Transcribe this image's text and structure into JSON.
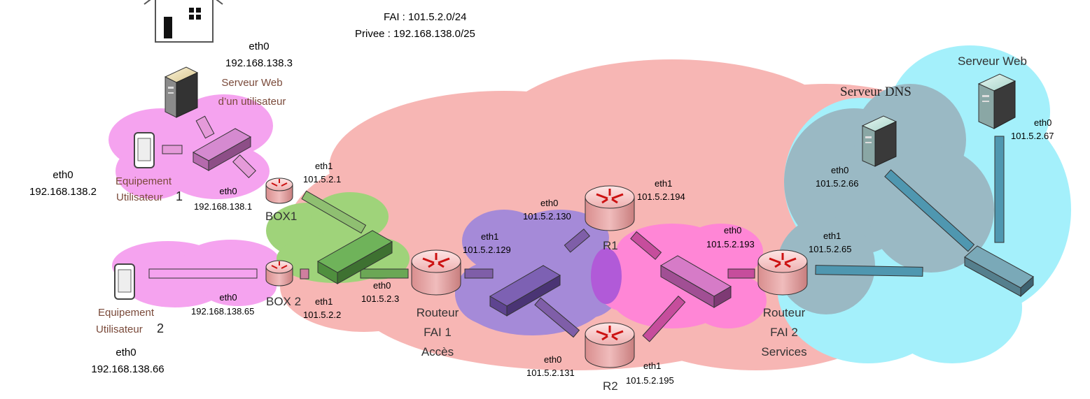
{
  "header": {
    "fai": "FAI : 101.5.2.0/24",
    "privee": "Privee : 192.168.138.0/25"
  },
  "devices": {
    "web_user_server": [
      "Serveur Web",
      "d’un utilisateur"
    ],
    "equip1": [
      "Equipement",
      "Utilisateur"
    ],
    "equip1_num": "1",
    "equip2": [
      "Equipement",
      "Utilisateur"
    ],
    "equip2_num": "2",
    "box1": "BOX1",
    "box2": "BOX 2",
    "routeur_fai1": [
      "Routeur",
      "FAI 1",
      "Accès"
    ],
    "r1": "R1",
    "r2": "R2",
    "routeur_fai2": [
      "Routeur",
      "FAI 2",
      "Services"
    ],
    "dns": "Serveur DNS",
    "web": "Serveur Web"
  },
  "interfaces": {
    "web_user_eth0": [
      "eth0",
      "192.168.138.3"
    ],
    "equip1_eth0": [
      "eth0",
      "192.168.138.2"
    ],
    "box1_eth0": [
      "eth0",
      "192.168.138.1"
    ],
    "box1_eth1": [
      "eth1",
      "101.5.2.1"
    ],
    "box2_eth0": [
      "eth0",
      "192.168.138.65"
    ],
    "box2_eth1": [
      "eth1",
      "101.5.2.2"
    ],
    "equip2_eth0": [
      "eth0",
      "192.168.138.66"
    ],
    "fai1_eth0": [
      "eth0",
      "101.5.2.3"
    ],
    "fai1_eth1": [
      "eth1",
      "101.5.2.129"
    ],
    "r1_eth0": [
      "eth0",
      "101.5.2.130"
    ],
    "r1_eth1": [
      "eth1",
      "101.5.2.194"
    ],
    "r2_eth0": [
      "eth0",
      "101.5.2.131"
    ],
    "r2_eth1": [
      "eth1",
      "101.5.2.195"
    ],
    "fai2_eth0": [
      "eth0",
      "101.5.2.193"
    ],
    "fai2_eth1": [
      "eth1",
      "101.5.2.65"
    ],
    "dns_eth0": [
      "eth0",
      "101.5.2.66"
    ],
    "web_eth0": [
      "eth0",
      "101.5.2.67"
    ]
  },
  "colors": {
    "cloud_pink_light": "#f7b6b4",
    "cloud_magenta_user": "#f5a3ef",
    "cloud_green": "#9fd37a",
    "cloud_purple": "#a58ad8",
    "cloud_magenta": "#ff86d6",
    "cloud_cyan": "#a4f0fb",
    "cloud_steel": "#9ab9c4",
    "router_fill": "#e9a7a7",
    "router_arrow": "#cc1111",
    "switch_green": "#5aa047",
    "switch_purple": "#6d4fa3",
    "switch_magenta": "#d06cc0",
    "switch_steel": "#5e8d9c"
  }
}
